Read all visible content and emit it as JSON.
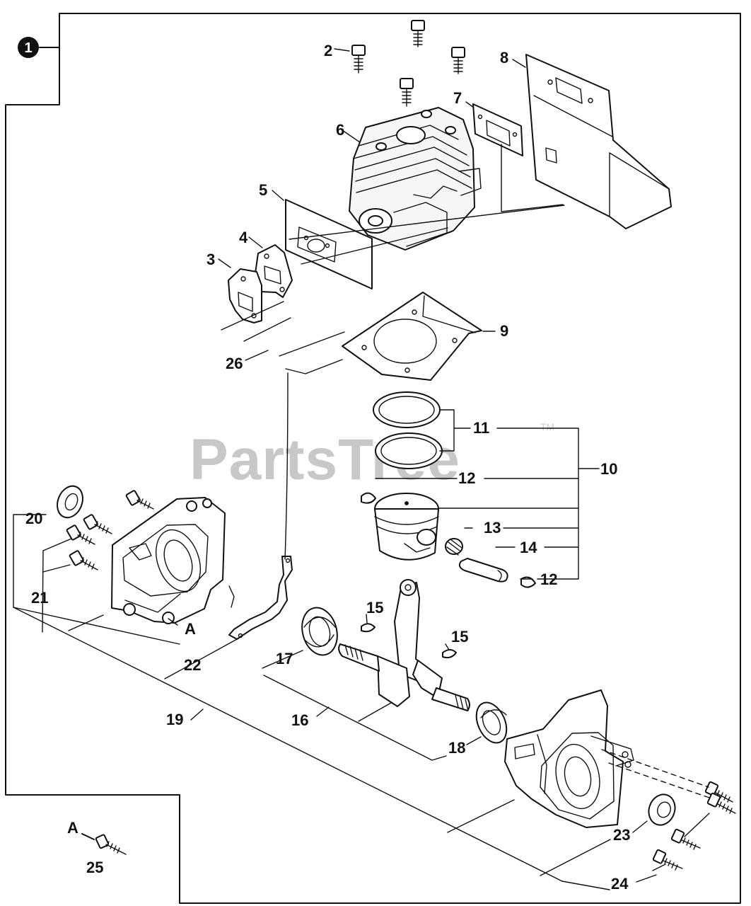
{
  "diagram": {
    "badge": "1",
    "watermark": "PartsTree",
    "trademark": "TM",
    "callouts": {
      "c2": "2",
      "c3": "3",
      "c4": "4",
      "c5": "5",
      "c6": "6",
      "c7": "7",
      "c8": "8",
      "c9": "9",
      "c10": "10",
      "c11": "11",
      "c12a": "12",
      "c12b": "12",
      "c13": "13",
      "c14": "14",
      "c15a": "15",
      "c15b": "15",
      "c16": "16",
      "c17": "17",
      "c18": "18",
      "c19": "19",
      "c20": "20",
      "c21": "21",
      "c22": "22",
      "c23": "23",
      "c24": "24",
      "c25": "25",
      "c26": "26",
      "a1": "A",
      "a2": "A"
    }
  },
  "colors": {
    "ink": "#111111",
    "paper": "#ffffff",
    "watermark": "#c8c8c8"
  }
}
